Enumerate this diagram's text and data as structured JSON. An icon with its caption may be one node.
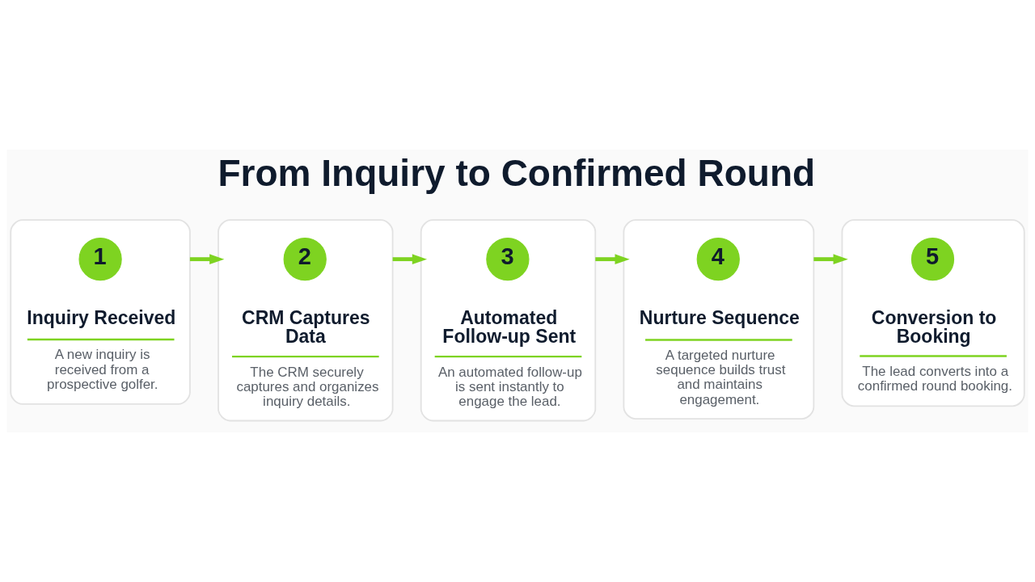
{
  "diagram": {
    "title": "From Inquiry to Confirmed Round",
    "nodes": [
      {
        "text": [
          "Inquiry Received",
          "A new inquiry is received from a prospective golfer."
        ]
      },
      {
        "text": [
          "1"
        ],
        "in": 0
      },
      {
        "text": [
          "CRM Captures Data",
          "The CRM securely captures and organizes inquiry details."
        ]
      },
      {
        "text": [
          "2"
        ],
        "in": 2
      },
      {
        "text": [
          "Automated Follow-up Sent",
          "An automated follow-up is sent instantly to engage the lead."
        ]
      },
      {
        "text": [
          "3"
        ],
        "in": 4
      },
      {
        "text": [
          "Nurture Sequence",
          "A targeted nurture sequence builds trust and maintains engagement."
        ]
      },
      {
        "text": [
          "4"
        ],
        "in": 6
      },
      {
        "text": [
          "Conversion to Booking",
          "The lead converts into a confirmed round booking."
        ]
      },
      {
        "text": [
          "5"
        ],
        "in": 8
      }
    ],
    "edges": [
      {
        "from": 0,
        "to": 2,
        "arrow": "to"
      },
      {
        "from": 2,
        "to": 4,
        "arrow": "to"
      },
      {
        "from": 4,
        "to": 6,
        "arrow": "to"
      },
      {
        "from": 6,
        "to": 8,
        "arrow": "to"
      }
    ]
  }
}
